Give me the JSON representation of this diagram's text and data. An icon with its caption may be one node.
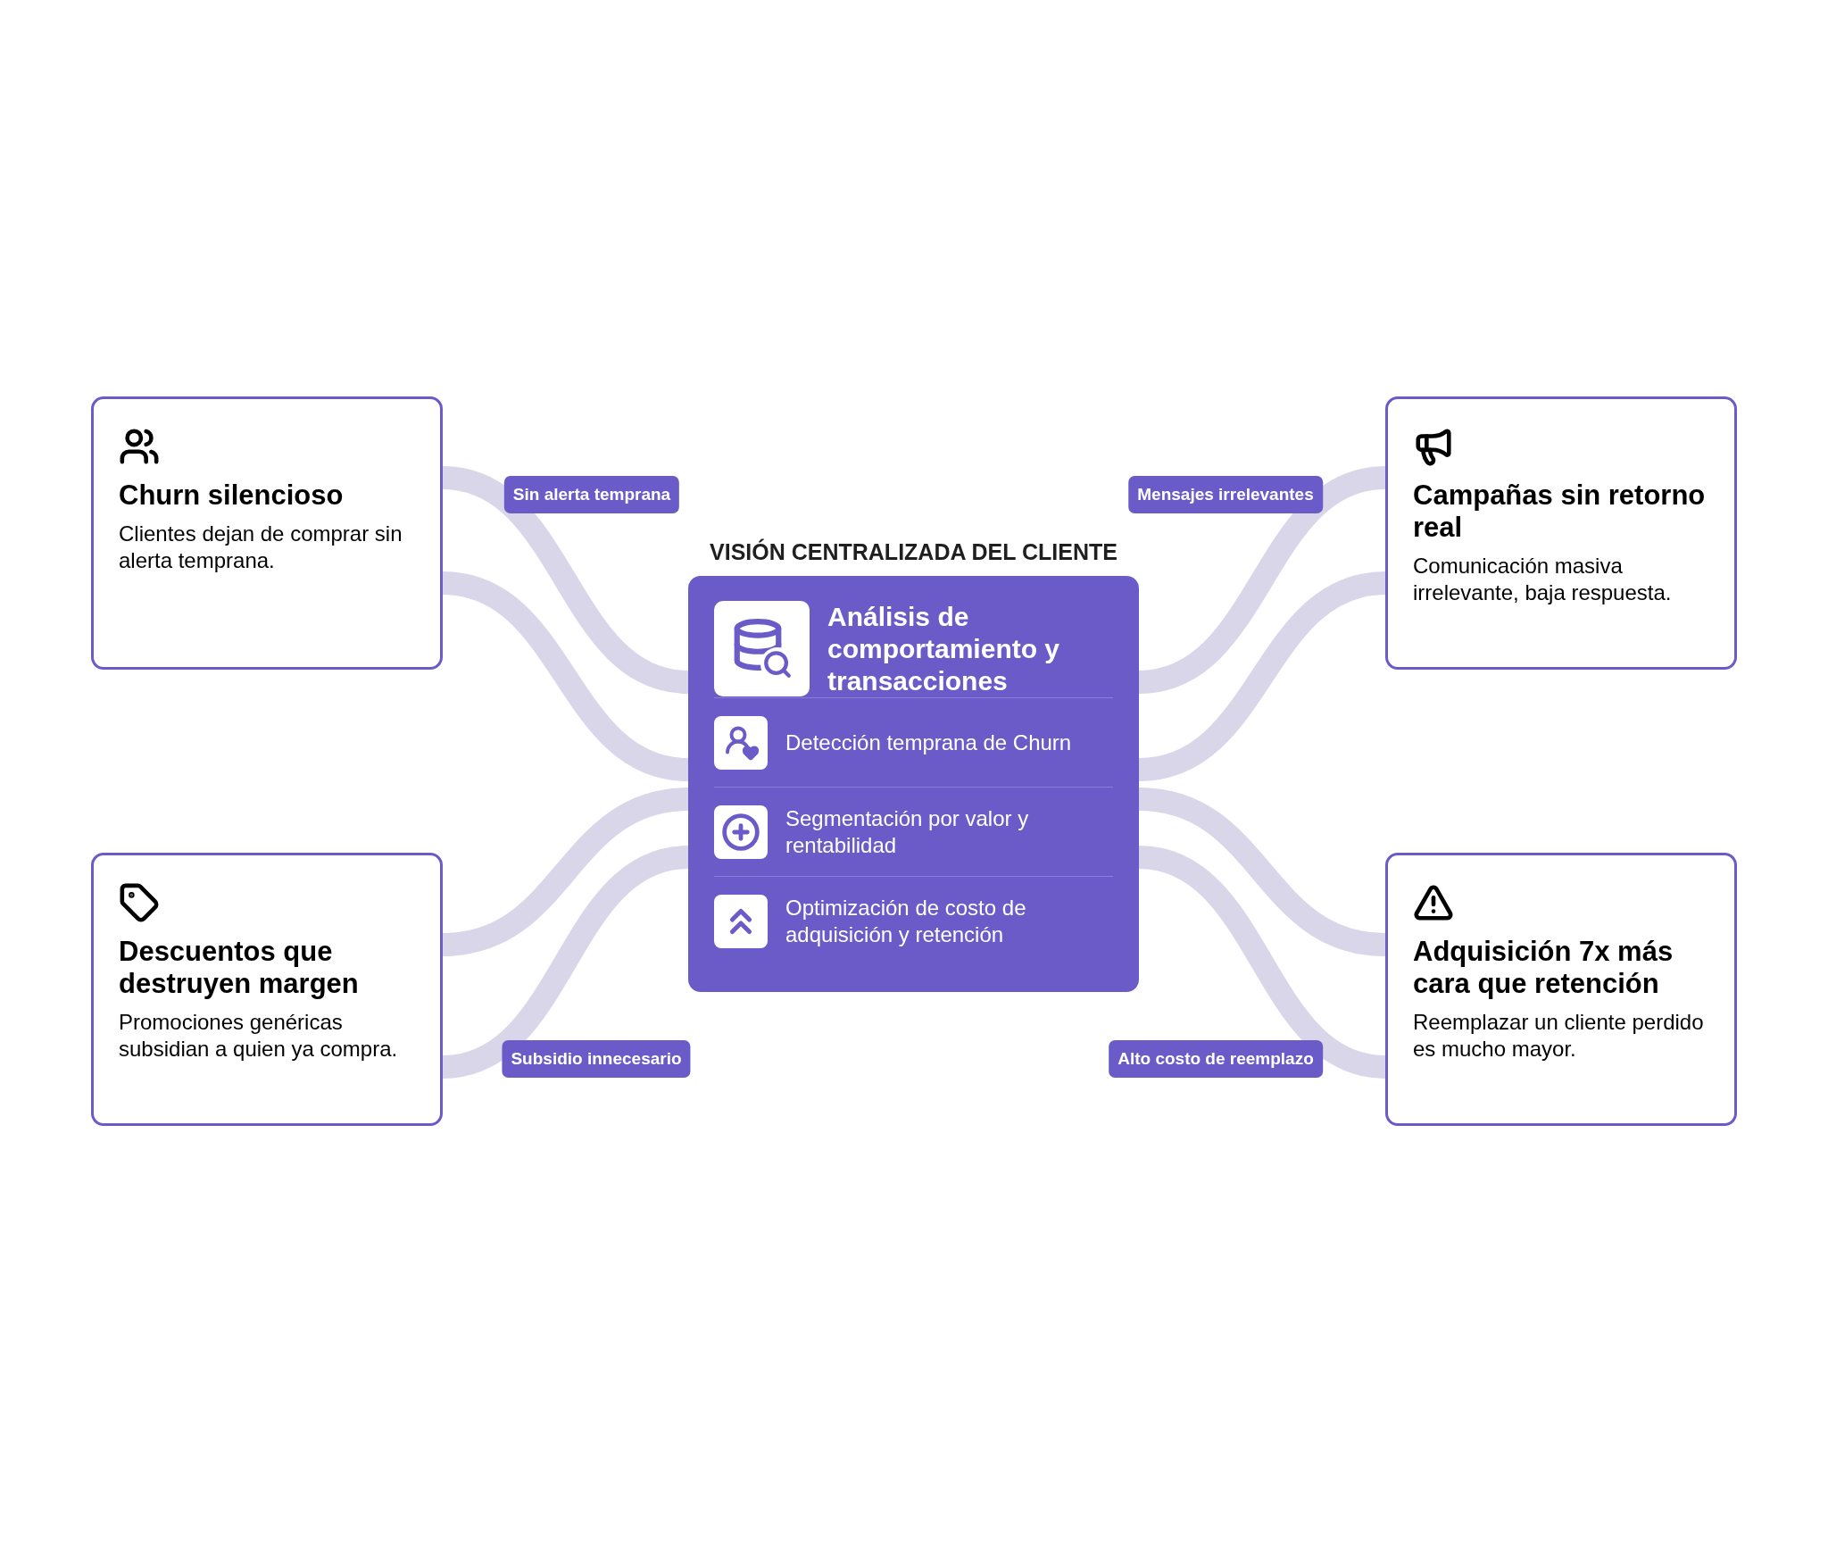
{
  "diagram": {
    "nodes": [
      {
        "text": [
          "Churn silencioso",
          "Clientes dejan de comprar sin alerta temprana."
        ]
      },
      {
        "text": [
          "Campañas sin retorno real",
          "Comunicación masiva irrelevante, baja respuesta."
        ]
      },
      {
        "text": [
          "VISIÓN CENTRALIZADA DEL CLIENTE",
          "Análisis de comportamiento y transacciones",
          "Detección temprana de Churn",
          "Segmentación por valor y rentabilidad",
          "Optimización de costo de adquisición y retención"
        ]
      },
      {
        "text": [
          "Descuentos que destruyen margen",
          "Promociones genéricas subsidian a quien ya compra."
        ]
      },
      {
        "text": [
          "Adquisición 7x más cara que retención",
          "Reemplazar un cliente perdido es mucho mayor."
        ]
      }
    ],
    "edges": [
      {
        "from": 0,
        "to": 2,
        "arrow": "none",
        "label": "Sin alerta temprana"
      },
      {
        "from": 0,
        "to": 2,
        "arrow": "none"
      },
      {
        "from": 1,
        "to": 2,
        "arrow": "none",
        "label": "Mensajes irrelevantes"
      },
      {
        "from": 1,
        "to": 2,
        "arrow": "none"
      },
      {
        "from": 3,
        "to": 2,
        "arrow": "none"
      },
      {
        "from": 3,
        "to": 2,
        "arrow": "none",
        "label": "Subsidio innecesario"
      },
      {
        "from": 4,
        "to": 2,
        "arrow": "none"
      },
      {
        "from": 4,
        "to": 2,
        "arrow": "none",
        "label": "Alto costo de reemplazo"
      }
    ]
  }
}
